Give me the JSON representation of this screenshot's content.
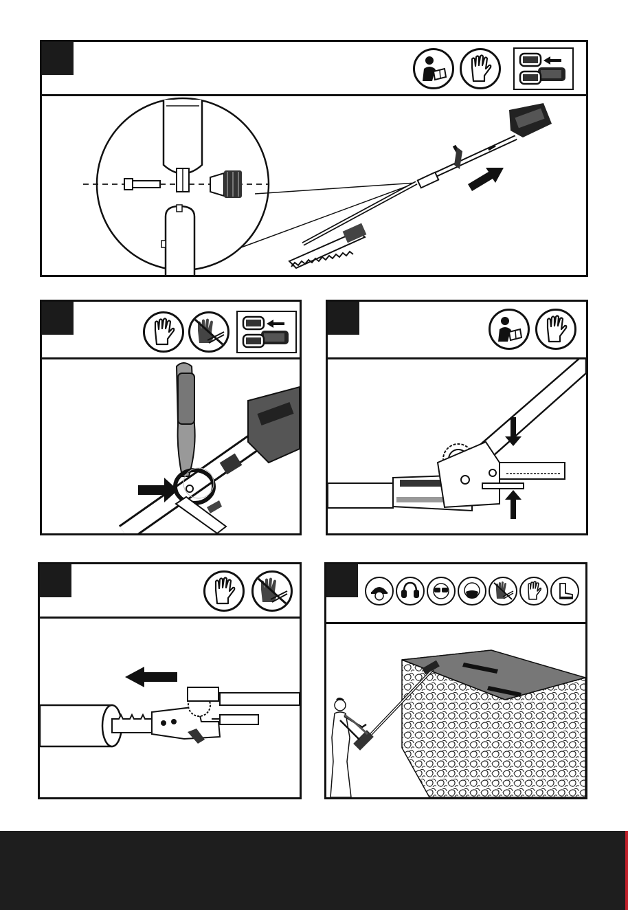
{
  "colors": {
    "panel_border": "#111111",
    "footer": "#1e1e1e",
    "footer_accent": "#c0202a",
    "step_box": "#1b1b1b"
  },
  "panels": [
    {
      "id": "assemble-attachment",
      "icons": [
        "read-manual-icon",
        "wear-gloves-icon",
        "remove-battery-icon"
      ]
    },
    {
      "id": "attach-shoulder-strap",
      "icons": [
        "wear-gloves-icon",
        "no-touch-blade-icon",
        "remove-battery-icon"
      ]
    },
    {
      "id": "adjust-head-angle",
      "icons": [
        "read-manual-icon",
        "wear-gloves-icon"
      ]
    },
    {
      "id": "blade-cover",
      "icons": [
        "wear-gloves-icon",
        "no-touch-blade-icon"
      ]
    },
    {
      "id": "operation",
      "icons": [
        "hard-hat-icon",
        "ear-protection-icon",
        "safety-glasses-icon",
        "dust-mask-icon",
        "no-touch-blade-icon",
        "wear-gloves-icon",
        "safety-boots-icon"
      ]
    }
  ]
}
